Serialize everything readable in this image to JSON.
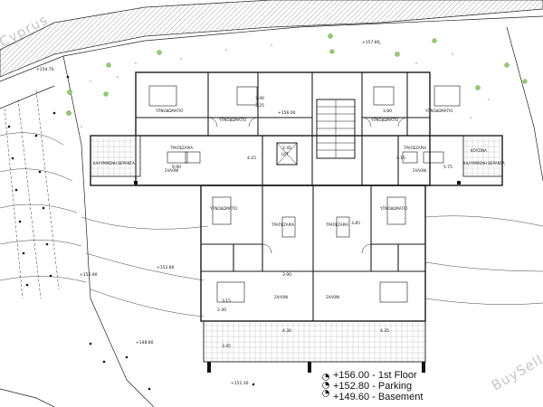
{
  "watermarks": {
    "left": "Cyprus",
    "right": "BuySell"
  },
  "levels": [
    {
      "elevation": "+156.00",
      "label": "1st Floor"
    },
    {
      "elevation": "+152.80",
      "label": "Parking"
    },
    {
      "elevation": "+149.60",
      "label": "Basement"
    }
  ],
  "room_labels": {
    "bedroom": "ΥΠΝΟΔΩΜΑΤΙΟ",
    "dining": "ΤΡΑΠΕΖΑΡΙΑ",
    "living": "ΣΑΛΟΝΙ",
    "kitchen": "ΚΟΥΖΙΝΑ",
    "veranda": "ΚΑΛΥΜΜΕΝΗ ΒΕΡΑΝΤΑ",
    "lift": "LIFT"
  },
  "dimensions": {
    "d1": "3.40",
    "d2": "3.25",
    "d3": "3.60",
    "d4": "4.25",
    "d5": "3.85",
    "d6": "2.45",
    "d7": "3.90",
    "d8": "4.35",
    "d9": "3.15",
    "d10": "3.45",
    "d11": "5.75",
    "d12": "4.30",
    "d13": "2.40",
    "d14": "9.90",
    "d15": "4.15"
  },
  "spot_levels": [
    "+157.80",
    "+156.00",
    "+152.80",
    "+154.70",
    "+155.90",
    "+148.80",
    "+151.30"
  ],
  "colors": {
    "line": "#1a1a1a",
    "vegetation": "#8fd16a",
    "hatch": "#555555"
  }
}
